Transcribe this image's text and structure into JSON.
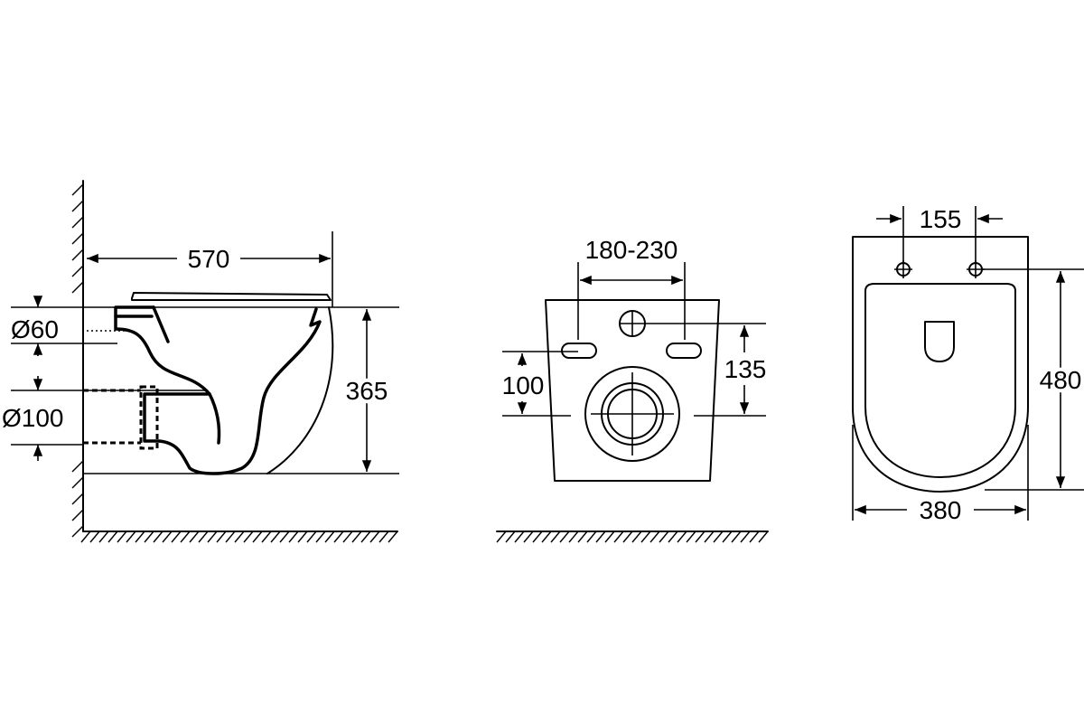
{
  "dimensions": {
    "side": {
      "length": "570",
      "height": "365",
      "inlet_diameter": "Ø60",
      "outlet_diameter": "Ø100"
    },
    "back": {
      "bolt_spacing": "180-230",
      "bolt_height": "100",
      "inlet_height": "135"
    },
    "top": {
      "seat_hinge_spacing": "155",
      "depth": "480",
      "width": "380"
    }
  }
}
